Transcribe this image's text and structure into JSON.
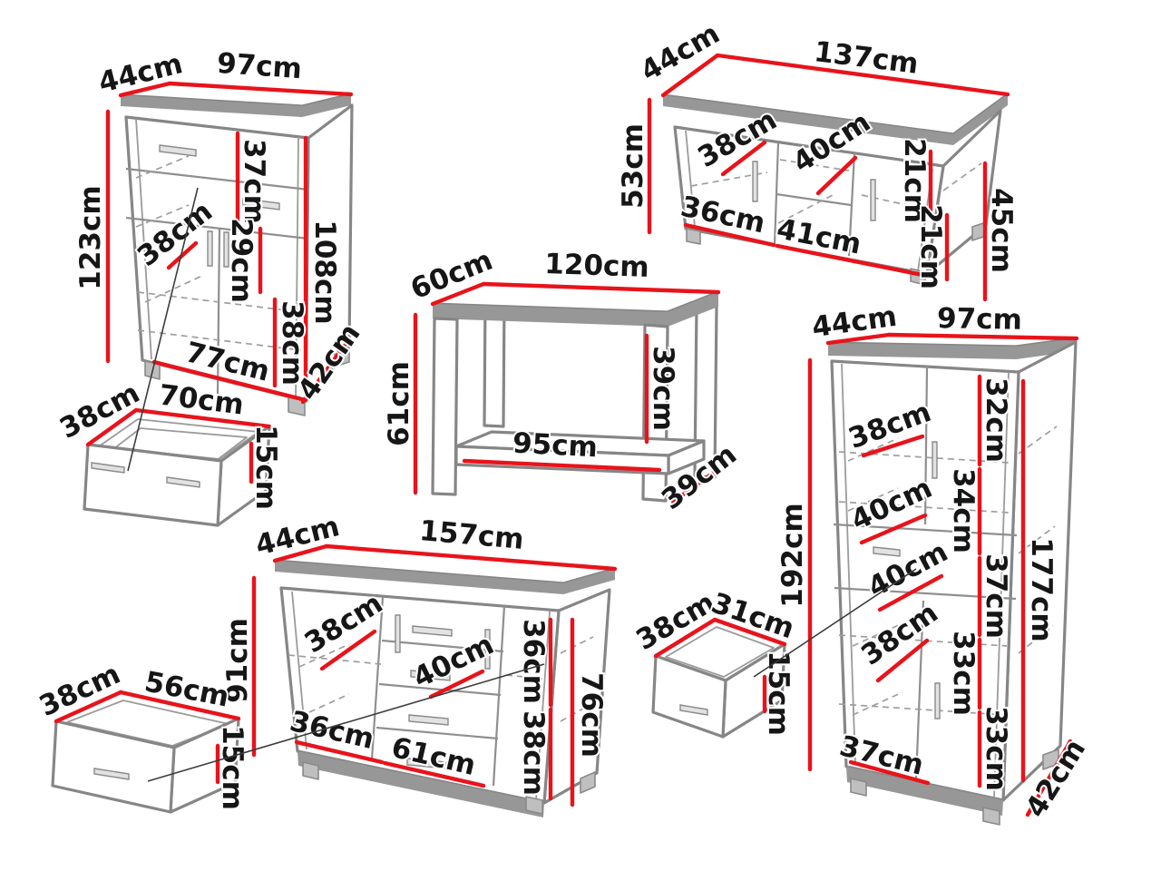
{
  "meta": {
    "description": "Furniture set dimension diagram",
    "unit": "cm",
    "colors": {
      "dimension_line": "#e8131b",
      "outline": "#868686",
      "label": "#161616",
      "background": "#ffffff"
    }
  },
  "furniture": {
    "chest": {
      "dims": [
        {
          "name": "depth",
          "text": "44cm"
        },
        {
          "name": "width",
          "text": "97cm"
        },
        {
          "name": "height",
          "text": "123cm"
        },
        {
          "name": "drawer-section-height",
          "text": "37cm"
        },
        {
          "name": "shelf-depth",
          "text": "38cm"
        },
        {
          "name": "middle-section-height",
          "text": "29cm"
        },
        {
          "name": "interior-height",
          "text": "108cm"
        },
        {
          "name": "bottom-section-height",
          "text": "38cm"
        },
        {
          "name": "interior-width",
          "text": "77cm"
        },
        {
          "name": "side-bottom-depth",
          "text": "42cm"
        }
      ]
    },
    "underbed_drawer": {
      "dims": [
        {
          "name": "depth",
          "text": "38cm"
        },
        {
          "name": "width",
          "text": "70cm"
        },
        {
          "name": "height",
          "text": "15cm"
        }
      ]
    },
    "tv_stand": {
      "dims": [
        {
          "name": "depth",
          "text": "44cm"
        },
        {
          "name": "width",
          "text": "137cm"
        },
        {
          "name": "height",
          "text": "53cm"
        },
        {
          "name": "left-shelf-depth",
          "text": "38cm"
        },
        {
          "name": "middle-shelf-depth",
          "text": "40cm"
        },
        {
          "name": "upper-shelf-height",
          "text": "21cm"
        },
        {
          "name": "lower-shelf-height",
          "text": "21cm"
        },
        {
          "name": "interior-height",
          "text": "45cm"
        },
        {
          "name": "left-door-width",
          "text": "36cm"
        },
        {
          "name": "middle-section-width",
          "text": "41cm"
        }
      ]
    },
    "coffee_table": {
      "dims": [
        {
          "name": "depth",
          "text": "60cm"
        },
        {
          "name": "width",
          "text": "120cm"
        },
        {
          "name": "height",
          "text": "61cm"
        },
        {
          "name": "under-top-clearance",
          "text": "39cm"
        },
        {
          "name": "shelf-width",
          "text": "95cm"
        },
        {
          "name": "side-bottom-depth",
          "text": "39cm"
        }
      ]
    },
    "wardrobe": {
      "dims": [
        {
          "name": "depth",
          "text": "44cm"
        },
        {
          "name": "width",
          "text": "97cm"
        },
        {
          "name": "height",
          "text": "192cm"
        },
        {
          "name": "section-1-height",
          "text": "32cm"
        },
        {
          "name": "shelf-1-depth",
          "text": "38cm"
        },
        {
          "name": "shelf-2-depth",
          "text": "40cm"
        },
        {
          "name": "section-2-height",
          "text": "34cm"
        },
        {
          "name": "section-3-height",
          "text": "37cm"
        },
        {
          "name": "shelf-3-depth",
          "text": "40cm"
        },
        {
          "name": "shelf-4-depth",
          "text": "38cm"
        },
        {
          "name": "section-4-height",
          "text": "33cm"
        },
        {
          "name": "section-5-height",
          "text": "33cm"
        },
        {
          "name": "interior-width",
          "text": "37cm"
        },
        {
          "name": "interior-height",
          "text": "177cm"
        },
        {
          "name": "side-bottom-depth",
          "text": "42cm"
        }
      ]
    },
    "sideboard": {
      "dims": [
        {
          "name": "depth",
          "text": "44cm"
        },
        {
          "name": "width",
          "text": "157cm"
        },
        {
          "name": "height",
          "text": "91cm"
        },
        {
          "name": "shelf-depth",
          "text": "38cm"
        },
        {
          "name": "drawer-depth",
          "text": "40cm"
        },
        {
          "name": "upper-interior-height",
          "text": "36cm"
        },
        {
          "name": "lower-interior-height",
          "text": "38cm"
        },
        {
          "name": "interior-height",
          "text": "76cm"
        },
        {
          "name": "door-width",
          "text": "36cm"
        },
        {
          "name": "drawer-width",
          "text": "61cm"
        }
      ]
    },
    "drawer_medium": {
      "dims": [
        {
          "name": "depth",
          "text": "38cm"
        },
        {
          "name": "width",
          "text": "56cm"
        },
        {
          "name": "height",
          "text": "15cm"
        }
      ]
    },
    "drawer_small": {
      "dims": [
        {
          "name": "depth",
          "text": "38cm"
        },
        {
          "name": "width",
          "text": "31cm"
        },
        {
          "name": "height",
          "text": "15cm"
        }
      ]
    }
  }
}
